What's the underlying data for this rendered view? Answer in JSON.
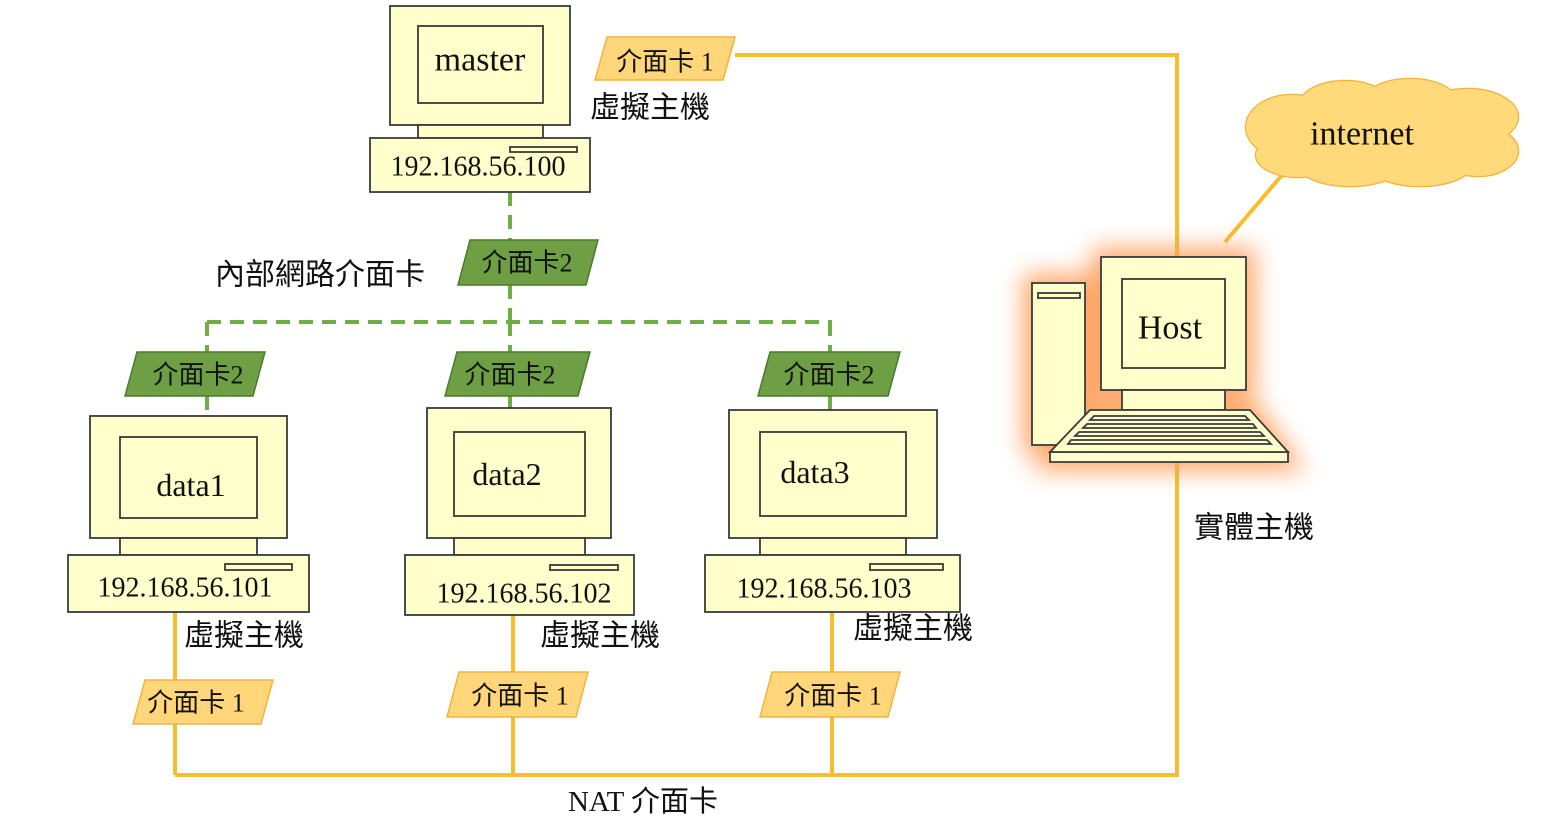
{
  "master": {
    "name": "master",
    "ip": "192.168.56.100",
    "role_label": "虛擬主機",
    "nic1_label": "介面卡 1",
    "nic2_label": "介面卡2"
  },
  "internal_network": {
    "label": "內部網路介面卡"
  },
  "data_nodes": [
    {
      "name": "data1",
      "ip": "192.168.56.101",
      "role_label": "虛擬主機",
      "nic1_label": "介面卡 1",
      "nic2_label": "介面卡2"
    },
    {
      "name": "data2",
      "ip": "192.168.56.102",
      "role_label": "虛擬主機",
      "nic1_label": "介面卡 1",
      "nic2_label": "介面卡2"
    },
    {
      "name": "data3",
      "ip": "192.168.56.103",
      "role_label": "虛擬主機",
      "nic1_label": "介面卡 1",
      "nic2_label": "介面卡2"
    }
  ],
  "host": {
    "name": "Host",
    "role_label": "實體主機"
  },
  "internet": {
    "label": "internet"
  },
  "nat_network": {
    "label": "NAT 介面卡"
  },
  "colors": {
    "nat_line": "#F5BE2A",
    "internal_line": "#70AD47",
    "pc_fill": "#FFFFCC",
    "nic1_fill": "#FFD679",
    "nic2_fill": "#6E9F44",
    "cloud_fill": "#FFD97A",
    "host_glow": "#FF9F5A"
  }
}
